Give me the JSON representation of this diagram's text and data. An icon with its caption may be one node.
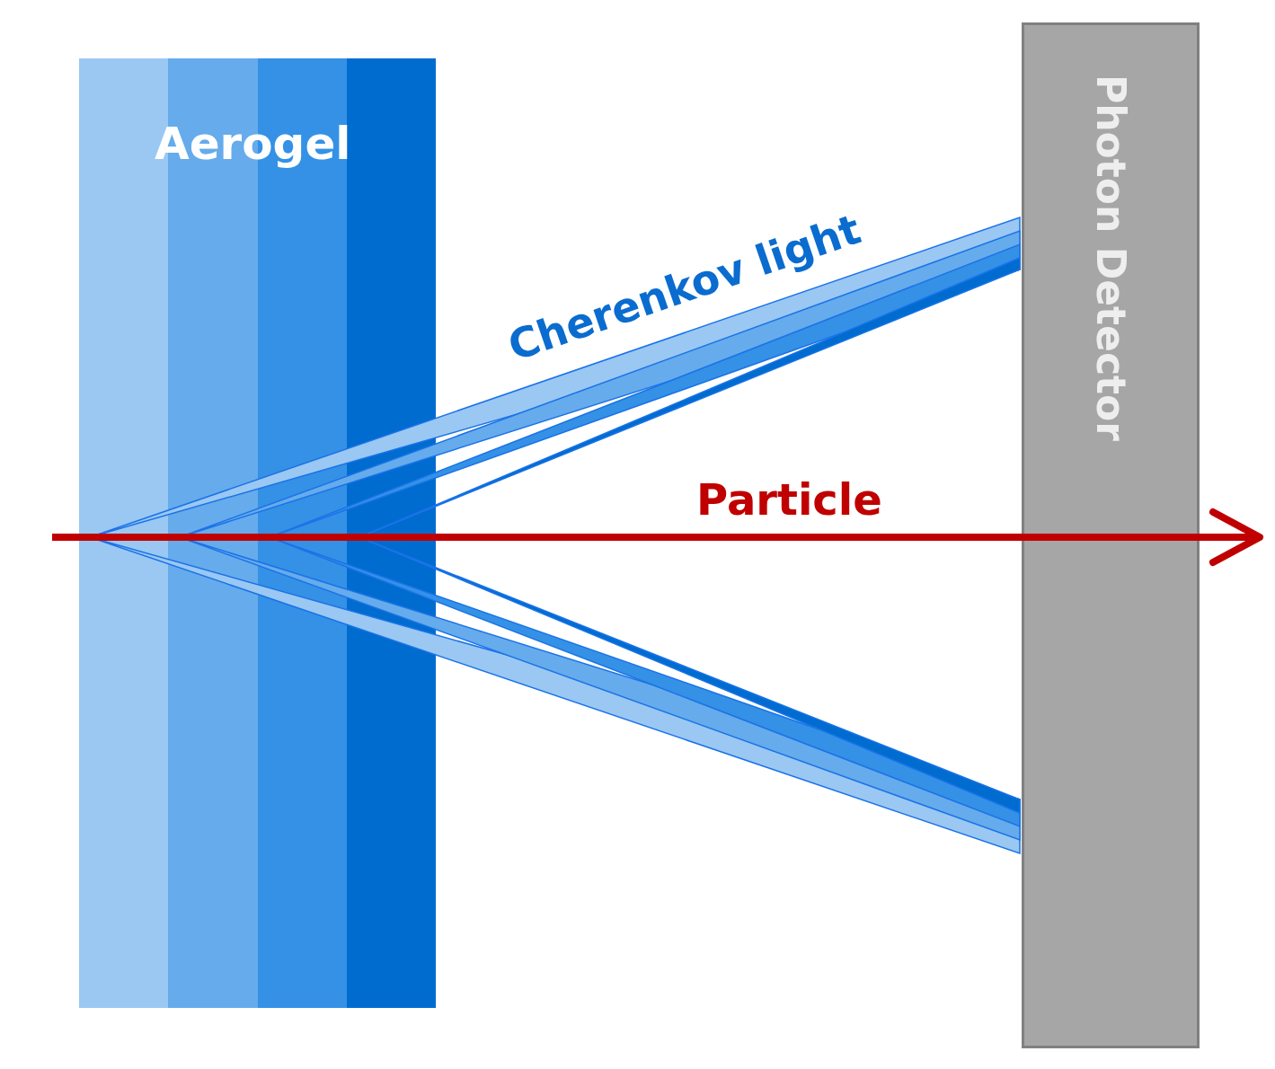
{
  "diagram": {
    "nodes": [
      {
        "text": [
          "Aerogel"
        ]
      },
      {
        "text": [
          "Photon Detector"
        ]
      }
    ],
    "labels": [
      "Cherenkov light",
      "Particle"
    ]
  }
}
